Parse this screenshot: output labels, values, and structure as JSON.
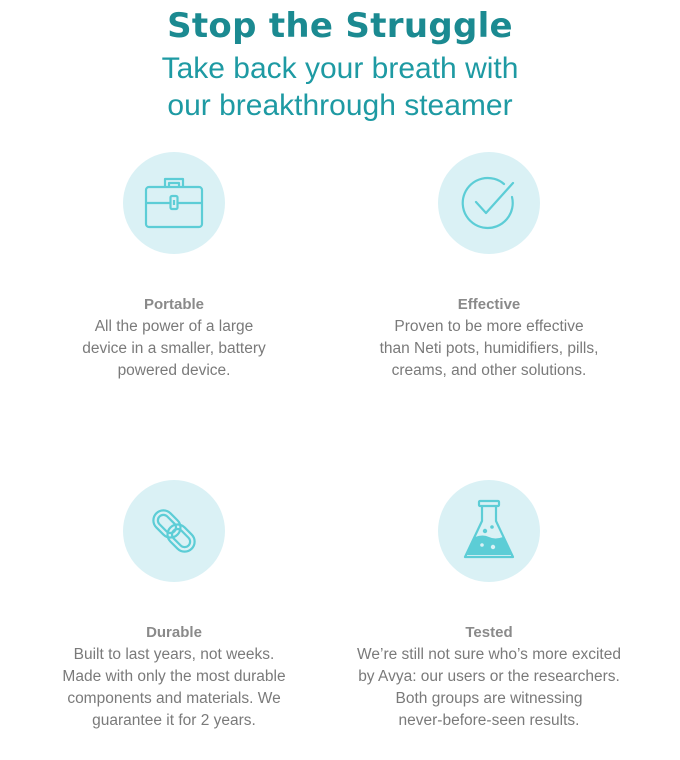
{
  "header": {
    "headline": "Stop the Struggle",
    "subline_lines": [
      "Take back your breath with",
      "our breakthrough steamer"
    ]
  },
  "colors": {
    "accent": "#1b8a91",
    "icon_stroke": "#5ccdd6",
    "icon_bg": "#daf1f5",
    "body_text": "#7a7a7a"
  },
  "features": [
    {
      "icon": "briefcase-icon",
      "title": "Portable",
      "lines": [
        "All the power of a large",
        "device in a smaller, battery",
        "powered device."
      ]
    },
    {
      "icon": "checkmark-circle-icon",
      "title": "Effective",
      "lines": [
        "Proven to be more effective",
        "than Neti pots, humidifiers, pills,",
        "creams, and other solutions."
      ]
    },
    {
      "icon": "chain-link-icon",
      "title": "Durable",
      "lines": [
        "Built to last years, not weeks.",
        "Made with only the most durable",
        "components and materials. We",
        "guarantee it for 2 years."
      ]
    },
    {
      "icon": "flask-icon",
      "title": "Tested",
      "lines": [
        "We’re still not sure who’s more excited",
        "by Avya: our users or the researchers.",
        "Both groups are witnessing",
        "never-before-seen results."
      ]
    }
  ]
}
